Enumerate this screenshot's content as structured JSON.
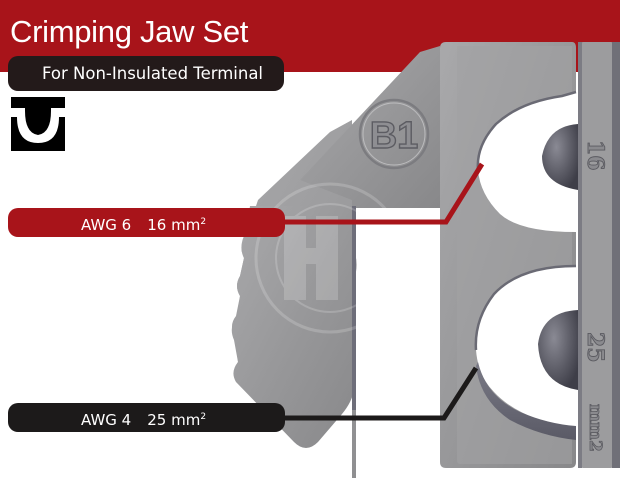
{
  "header": {
    "title": "Crimping Jaw Set",
    "subtitle": "For Non-Insulated Terminal"
  },
  "icons": {
    "terminal_type_icon": "non-insulated-crimp-profile-icon"
  },
  "jaw": {
    "model_stamp": "B1",
    "upper_die_marking": "16",
    "lower_die_marking": "25",
    "lower_die_unit": "mm2"
  },
  "callouts": [
    {
      "awg": "AWG 6",
      "size": "16",
      "unit": "mm",
      "unit_sup": "2",
      "color": "#a8141a"
    },
    {
      "awg": "AWG 4",
      "size": "25",
      "unit": "mm",
      "unit_sup": "2",
      "color": "#1c1a1a"
    }
  ],
  "colors": {
    "brand_red": "#a8141a",
    "dark": "#231a1a",
    "metal": "#9a9a9c"
  }
}
